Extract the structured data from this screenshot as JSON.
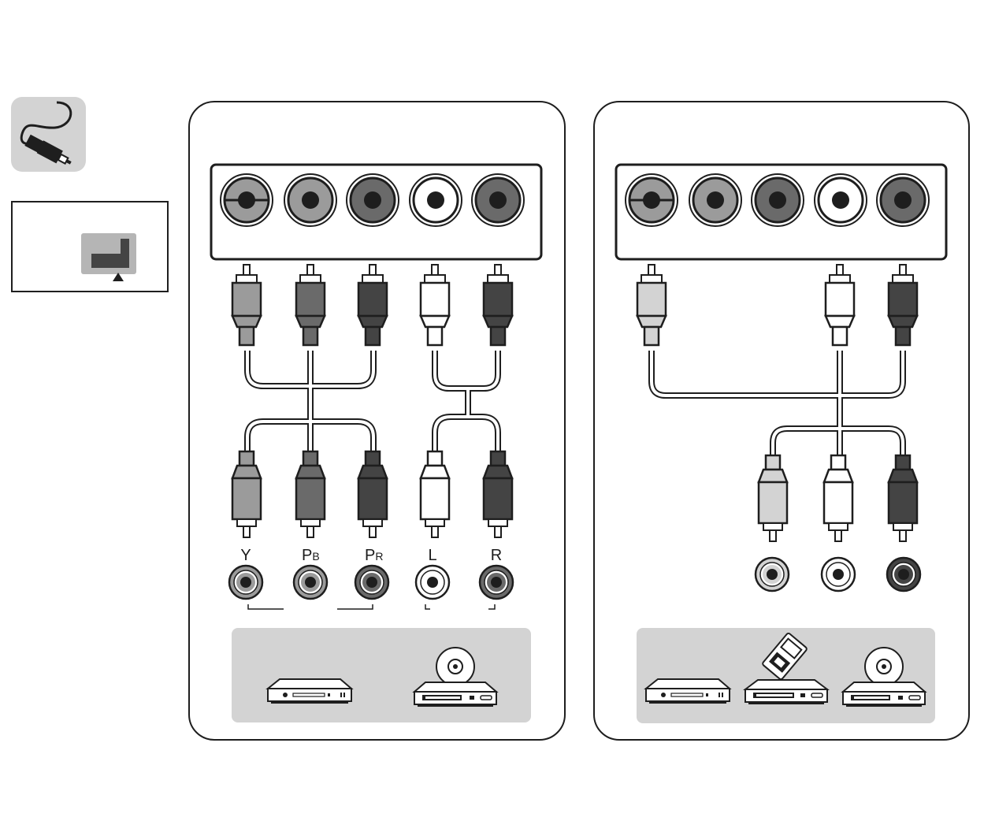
{
  "colors": {
    "gray_light": "#d3d3d3",
    "gray_mid": "#9b9b9b",
    "gray_dark": "#6a6a6a",
    "gray_darker": "#444444",
    "white": "#ffffff",
    "outline": "#1e1e1e"
  },
  "sidebar": {
    "cable_icon": "cable-plug-icon",
    "connector_icon": "input-connector-icon"
  },
  "panel_left": {
    "labels": {
      "y": "Y",
      "pb_main": "P",
      "pb_sub": "B",
      "pr_main": "P",
      "pr_sub": "R",
      "l": "L",
      "r": "R"
    },
    "devices": [
      "dvd-recorder-icon",
      "disc-player-icon"
    ]
  },
  "panel_right": {
    "devices": [
      "dvd-recorder-icon",
      "set-top-box-card-icon",
      "disc-player-icon"
    ]
  }
}
